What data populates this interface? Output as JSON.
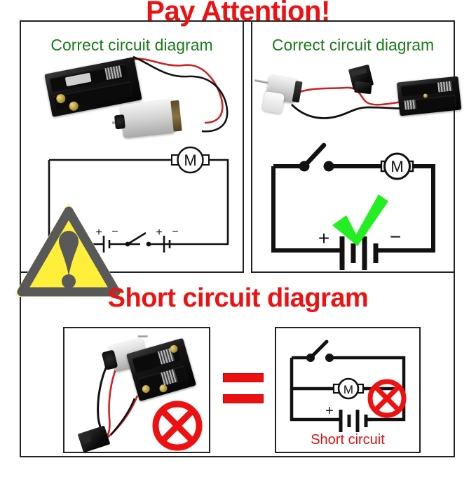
{
  "page": {
    "title": "Pay Attention!",
    "section_title": "Short circuit diagram",
    "background_color": "#ffffff",
    "red": "#ee1111",
    "green": "#1a7a1a",
    "check_green": "#22ee22",
    "warning_yellow": "#ffef3a",
    "warning_gray": "#595959",
    "line_black": "#111111"
  },
  "panels": {
    "top_left": {
      "caption": "Correct circuit diagram",
      "photo_alt": "battery-holder-and-motor-photo",
      "circuit": {
        "motor_label": "M",
        "cell_one_plus": "+",
        "cell_one_minus": "−",
        "cell_two_plus": "+",
        "cell_two_minus": "−",
        "switch_state": "open"
      }
    },
    "top_right": {
      "caption": "Correct circuit diagram",
      "photo_alt": "motor-connector-battery-holder-photo",
      "circuit": {
        "motor_label": "M",
        "battery_plus": "+",
        "battery_minus": "−",
        "switch_state": "open",
        "verdict_icon": "green-check-icon"
      }
    },
    "bottom_left": {
      "photo_alt": "motor-shorted-to-battery-holder-photo",
      "verdict_icon": "red-circle-x-icon"
    },
    "bottom_right": {
      "circuit": {
        "motor_label": "M",
        "battery_plus": "+",
        "battery_minus": "−",
        "switch_state": "open",
        "verdict_icon": "red-circle-x-icon"
      },
      "label": "Short circuit"
    }
  },
  "symbols": {
    "equals": "=",
    "warning_icon": "warning-triangle-icon"
  }
}
